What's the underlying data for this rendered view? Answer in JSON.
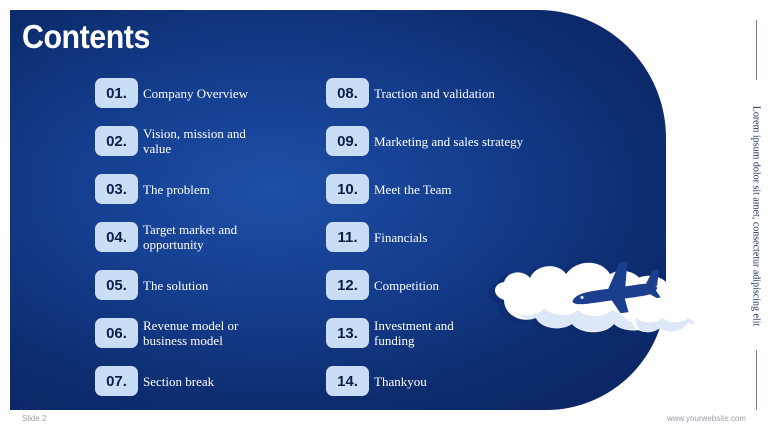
{
  "slide": {
    "title": "Contents",
    "footer_left": "Slide 2",
    "footer_right": "www.yourwebsite.com",
    "side_text": "Lorem ipsum dolor sit amet, consectetur adipiscing elit"
  },
  "items": [
    {
      "num": "01.",
      "label": "Company Overview"
    },
    {
      "num": "02.",
      "label": "Vision, mission and value"
    },
    {
      "num": "03.",
      "label": "The problem"
    },
    {
      "num": "04.",
      "label": "Target market and opportunity"
    },
    {
      "num": "05.",
      "label": "The solution"
    },
    {
      "num": "06.",
      "label": "Revenue model or business model"
    },
    {
      "num": "07.",
      "label": "Section break"
    },
    {
      "num": "08.",
      "label": "Traction and validation"
    },
    {
      "num": "09.",
      "label": "Marketing and sales strategy"
    },
    {
      "num": "10.",
      "label": "Meet the Team"
    },
    {
      "num": "11.",
      "label": "Financials"
    },
    {
      "num": "12.",
      "label": "Competition"
    },
    {
      "num": "13.",
      "label": "Investment and funding"
    },
    {
      "num": "14.",
      "label": "Thankyou"
    }
  ],
  "colors": {
    "panel": "#0d2c6e",
    "badge": "#c9ddf4",
    "cloud": "#dce8f8",
    "plane": "#1a3f8f"
  },
  "illustration": {
    "cloud_icon": "cloud-icon",
    "plane_icon": "airplane-icon"
  }
}
